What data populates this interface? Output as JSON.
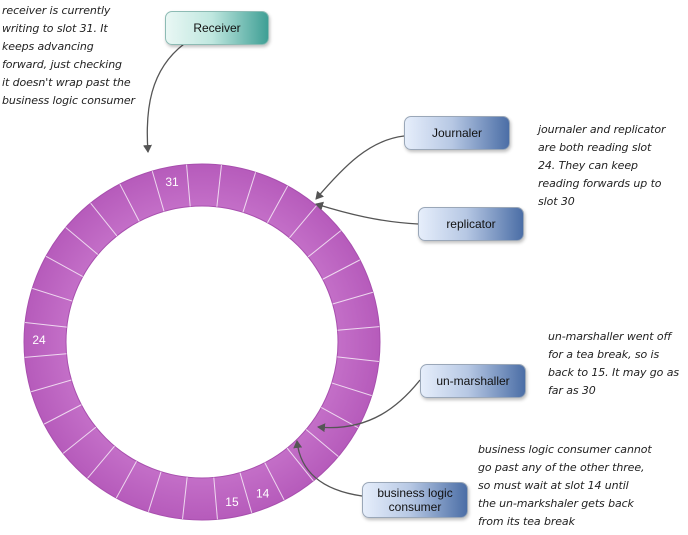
{
  "colors": {
    "ring": "#c06ac4",
    "ring_dark": "#a84fae",
    "ring_light": "#dba4de",
    "divider": "#ffffff",
    "arrow": "#555555"
  },
  "ring": {
    "slot_count": 32,
    "labels": [
      {
        "text": "31",
        "slot": 31
      },
      {
        "text": "24",
        "slot": 24
      },
      {
        "text": "15",
        "slot": 15
      },
      {
        "text": "14",
        "slot": 14
      }
    ]
  },
  "nodes": {
    "receiver": "Receiver",
    "journaler": "Journaler",
    "replicator": "replicator",
    "unmarshaller": "un-marshaller",
    "business": "business logic\nconsumer"
  },
  "notes": {
    "receiver": "receiver is currently\nwriting to slot 31. It\nkeeps advancing\nforward, just checking\nit doesn't wrap past the\nbusiness logic consumer",
    "journaler": "journaler and replicator\nare both reading slot\n24. They can keep\nreading forwards up to\nslot 30",
    "unmarshaller": "un-marshaller went off\nfor a tea break, so is\nback to 15. It may go as\nfar as 30",
    "business": "business logic consumer cannot\ngo past any of the other three,\nso must wait at slot 14 until\nthe un-markshaler gets back\nfrom its tea break"
  }
}
